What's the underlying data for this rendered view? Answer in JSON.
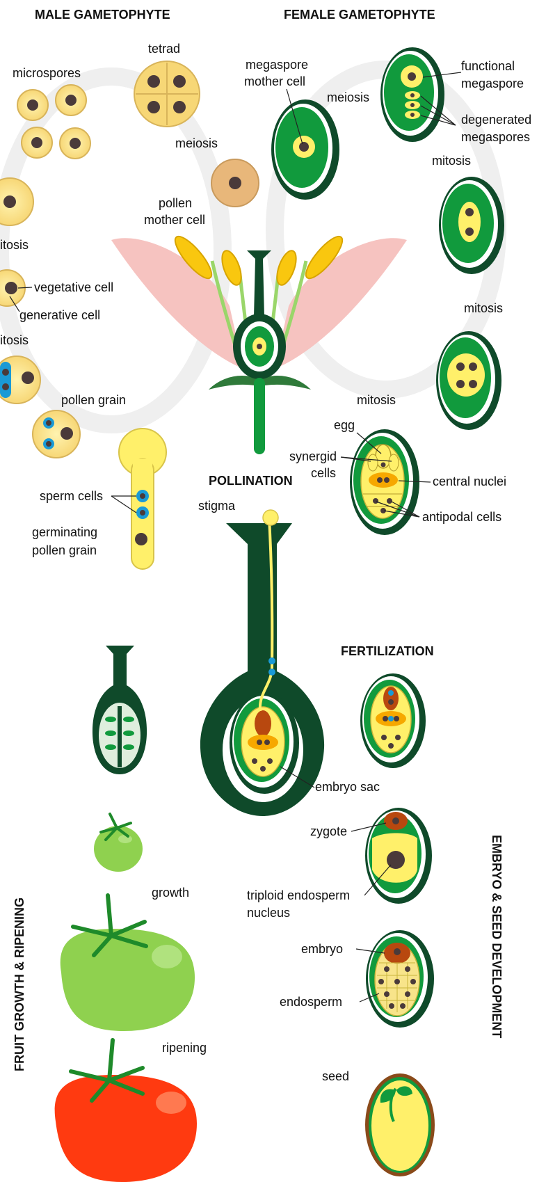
{
  "headings": {
    "male": "MALE GAMETOPHYTE",
    "female": "FEMALE GAMETOPHYTE",
    "pollination": "POLLINATION",
    "fertilization": "FERTILIZATION",
    "fruit": "FRUIT GROWTH & RIPENING",
    "embryo": "EMBRYO & SEED DEVELOPMENT"
  },
  "male_labels": {
    "tetrad": "tetrad",
    "microspores": "microspores",
    "meiosis": "meiosis",
    "pollen_mother_1": "pollen",
    "pollen_mother_2": "mother cell",
    "mitosis_1": "itosis",
    "vegetative": "vegetative  cell",
    "generative": "generative  cell",
    "mitosis_2": "itosis",
    "pollen_grain": "pollen grain",
    "sperm": "sperm cells",
    "germinating_1": "germinating",
    "germinating_2": "pollen grain"
  },
  "female_labels": {
    "mmc_1": "megaspore",
    "mmc_2": "mother cell",
    "meiosis": "meiosis",
    "functional_1": "functional",
    "functional_2": "megaspore",
    "degenerated_1": "degenerated",
    "degenerated_2": "megaspores",
    "mitosis_1": "mitosis",
    "mitosis_2": "mitosis",
    "mitosis_3": "mitosis",
    "egg": "egg",
    "synergid_1": "synergid",
    "synergid_2": "cells",
    "central": "central nuclei",
    "antipodal": "antipodal cells"
  },
  "pollination_labels": {
    "stigma": "stigma",
    "embryo_sac": "embryo sac"
  },
  "embryo_labels": {
    "zygote": "zygote",
    "endosperm_nucleus_1": "triploid endosperm",
    "endosperm_nucleus_2": "nucleus",
    "embryo": "embryo",
    "endosperm": "endosperm",
    "seed": "seed"
  },
  "fruit_labels": {
    "growth": "growth",
    "ripening": "ripening"
  },
  "colors": {
    "dark_green": "#0f4a2a",
    "mid_green": "#119a3d",
    "light_green": "#7ad46a",
    "yellow": "#fff06a",
    "pollen_yellow": "#fde38a",
    "nucleus": "#4a3a3a",
    "sperm_blue": "#1a9ad6",
    "petal_pink": "#f6c3c0",
    "orange": "#f6a800",
    "zygote_brown": "#b8480f",
    "tomato_green": "#8fd14f",
    "tomato_red": "#ff3a10",
    "cycle_gray": "#f0f0f0"
  }
}
